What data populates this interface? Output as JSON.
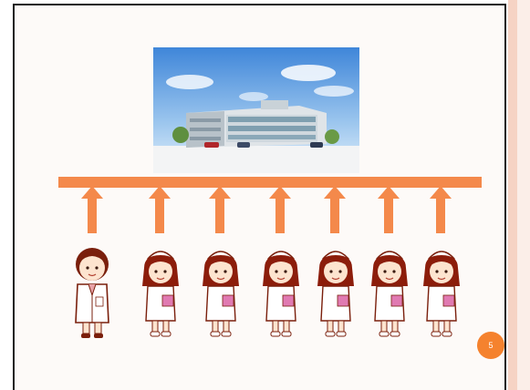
{
  "slide": {
    "page_number": "5",
    "beam_color": "#f4894b",
    "accent_color": "#f5822e",
    "border_color": "#f6d3c4"
  },
  "diagram": {
    "image": "hospital-building-illustration",
    "arrows": 7,
    "people": [
      {
        "role": "doctor",
        "icon": "doctor-icon"
      },
      {
        "role": "nurse",
        "icon": "nurse-icon"
      },
      {
        "role": "nurse",
        "icon": "nurse-icon"
      },
      {
        "role": "nurse",
        "icon": "nurse-icon"
      },
      {
        "role": "nurse",
        "icon": "nurse-icon"
      },
      {
        "role": "nurse",
        "icon": "nurse-icon"
      },
      {
        "role": "nurse",
        "icon": "nurse-icon"
      }
    ]
  }
}
